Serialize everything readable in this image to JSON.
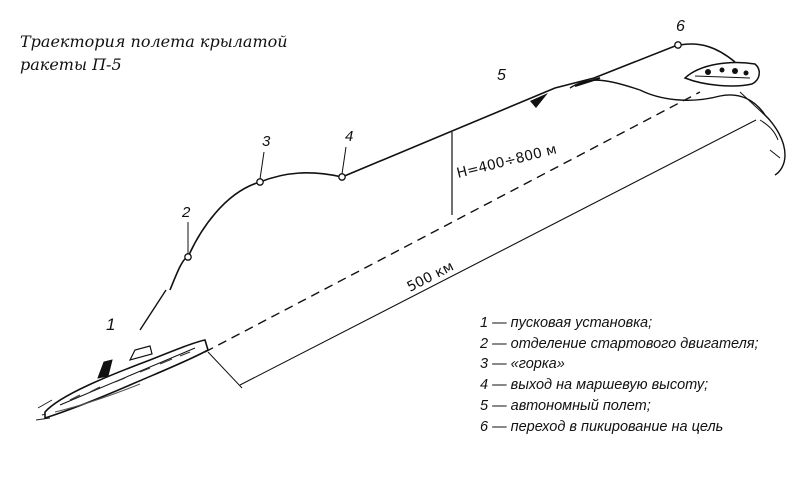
{
  "caption": {
    "line1": "Траектория полета крылатой",
    "line2": "ракеты П-5"
  },
  "point_labels": [
    "1",
    "2",
    "3",
    "4",
    "5",
    "6"
  ],
  "altitude_label": "Н=400÷800 м",
  "range_label": "500 км",
  "legend": [
    {
      "num": "1",
      "text": "— пусковая установка;"
    },
    {
      "num": "2",
      "text": "— отделение стартового двигателя;"
    },
    {
      "num": "3",
      "text": "— «горка»"
    },
    {
      "num": "4",
      "text": "— выход на маршевую высоту;"
    },
    {
      "num": "5",
      "text": "— автономный полет;"
    },
    {
      "num": "6",
      "text": "— переход в пикирование на цель"
    }
  ]
}
